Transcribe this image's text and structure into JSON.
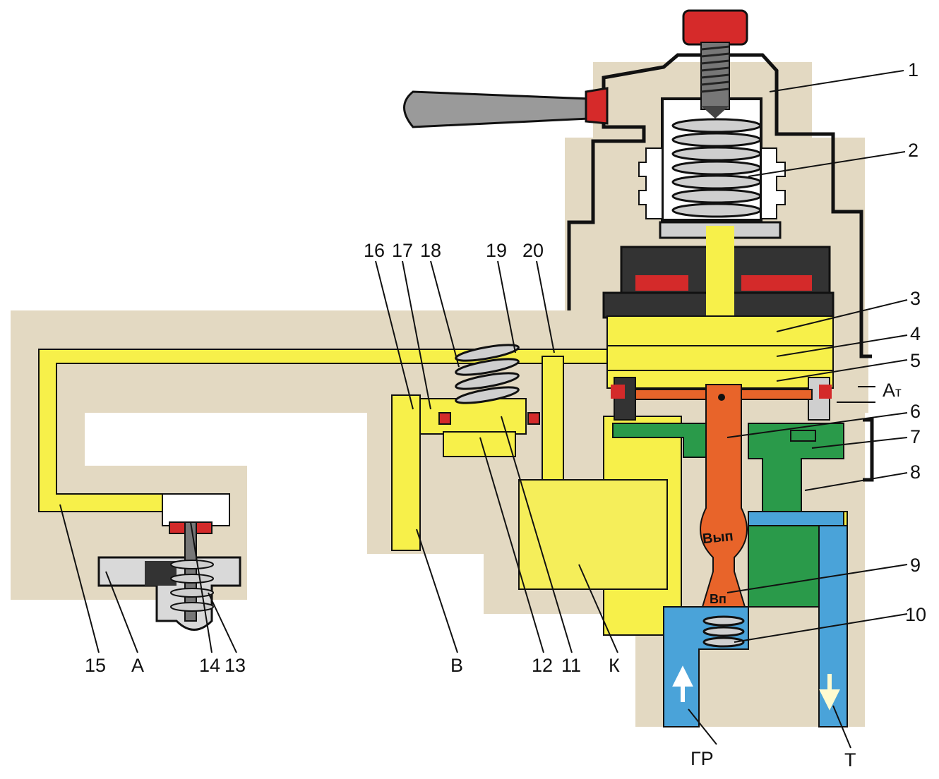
{
  "colors": {
    "background": "#ffffff",
    "housing": "#e3d9c2",
    "air_channel": "#f7f04a",
    "chamber_K": "#f5ee5a",
    "supply_main": "#4aa3d9",
    "brake_line": "#2a9a4a",
    "valve_stem": "#e8642a",
    "seal": "#d42a2a",
    "metal_dark": "#333333",
    "outline": "#111111",
    "handle": "#9a9a9a",
    "bolt_head": "#d62a2a"
  },
  "icons": {
    "adjust_bolt": "hex-bolt-icon",
    "handle": "lever-handle-icon",
    "spring": "coil-spring-icon",
    "flow_in": "arrow-up-icon",
    "flow_out": "arrow-down-icon"
  },
  "labels": {
    "n1": "1",
    "n2": "2",
    "n3": "3",
    "n4": "4",
    "n5": "5",
    "n6": "6",
    "n7": "7",
    "n8": "8",
    "n9": "9",
    "n10": "10",
    "n11": "11",
    "n12": "12",
    "n13": "13",
    "n14": "14",
    "n15": "15",
    "n16": "16",
    "n17": "17",
    "n18": "18",
    "n19": "19",
    "n20": "20",
    "A": "А",
    "B": "В",
    "K": "К",
    "At": "А",
    "At_sub": "т",
    "GR": "ГР",
    "T": "Т",
    "vyp": "Вып",
    "vp": "Вп"
  }
}
